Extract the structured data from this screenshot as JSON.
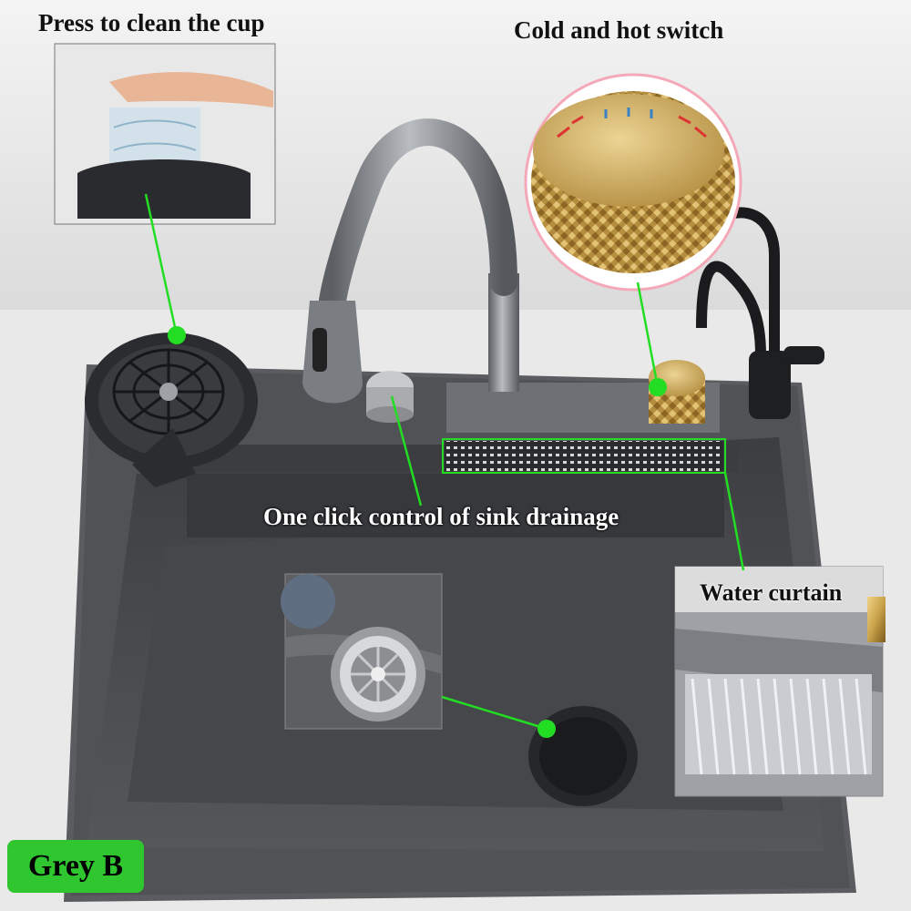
{
  "labels": {
    "press_to_clean": "Press to clean the cup",
    "cold_hot_switch": "Cold and hot switch",
    "one_click_drain": "One click control of sink drainage",
    "water_curtain": "Water curtain"
  },
  "color_option": "Grey B",
  "colors": {
    "badge": "#2fc62f",
    "callout_line": "#22dd22",
    "sink_body": "#4a4c50",
    "brass_knob": "#c9a24a"
  }
}
